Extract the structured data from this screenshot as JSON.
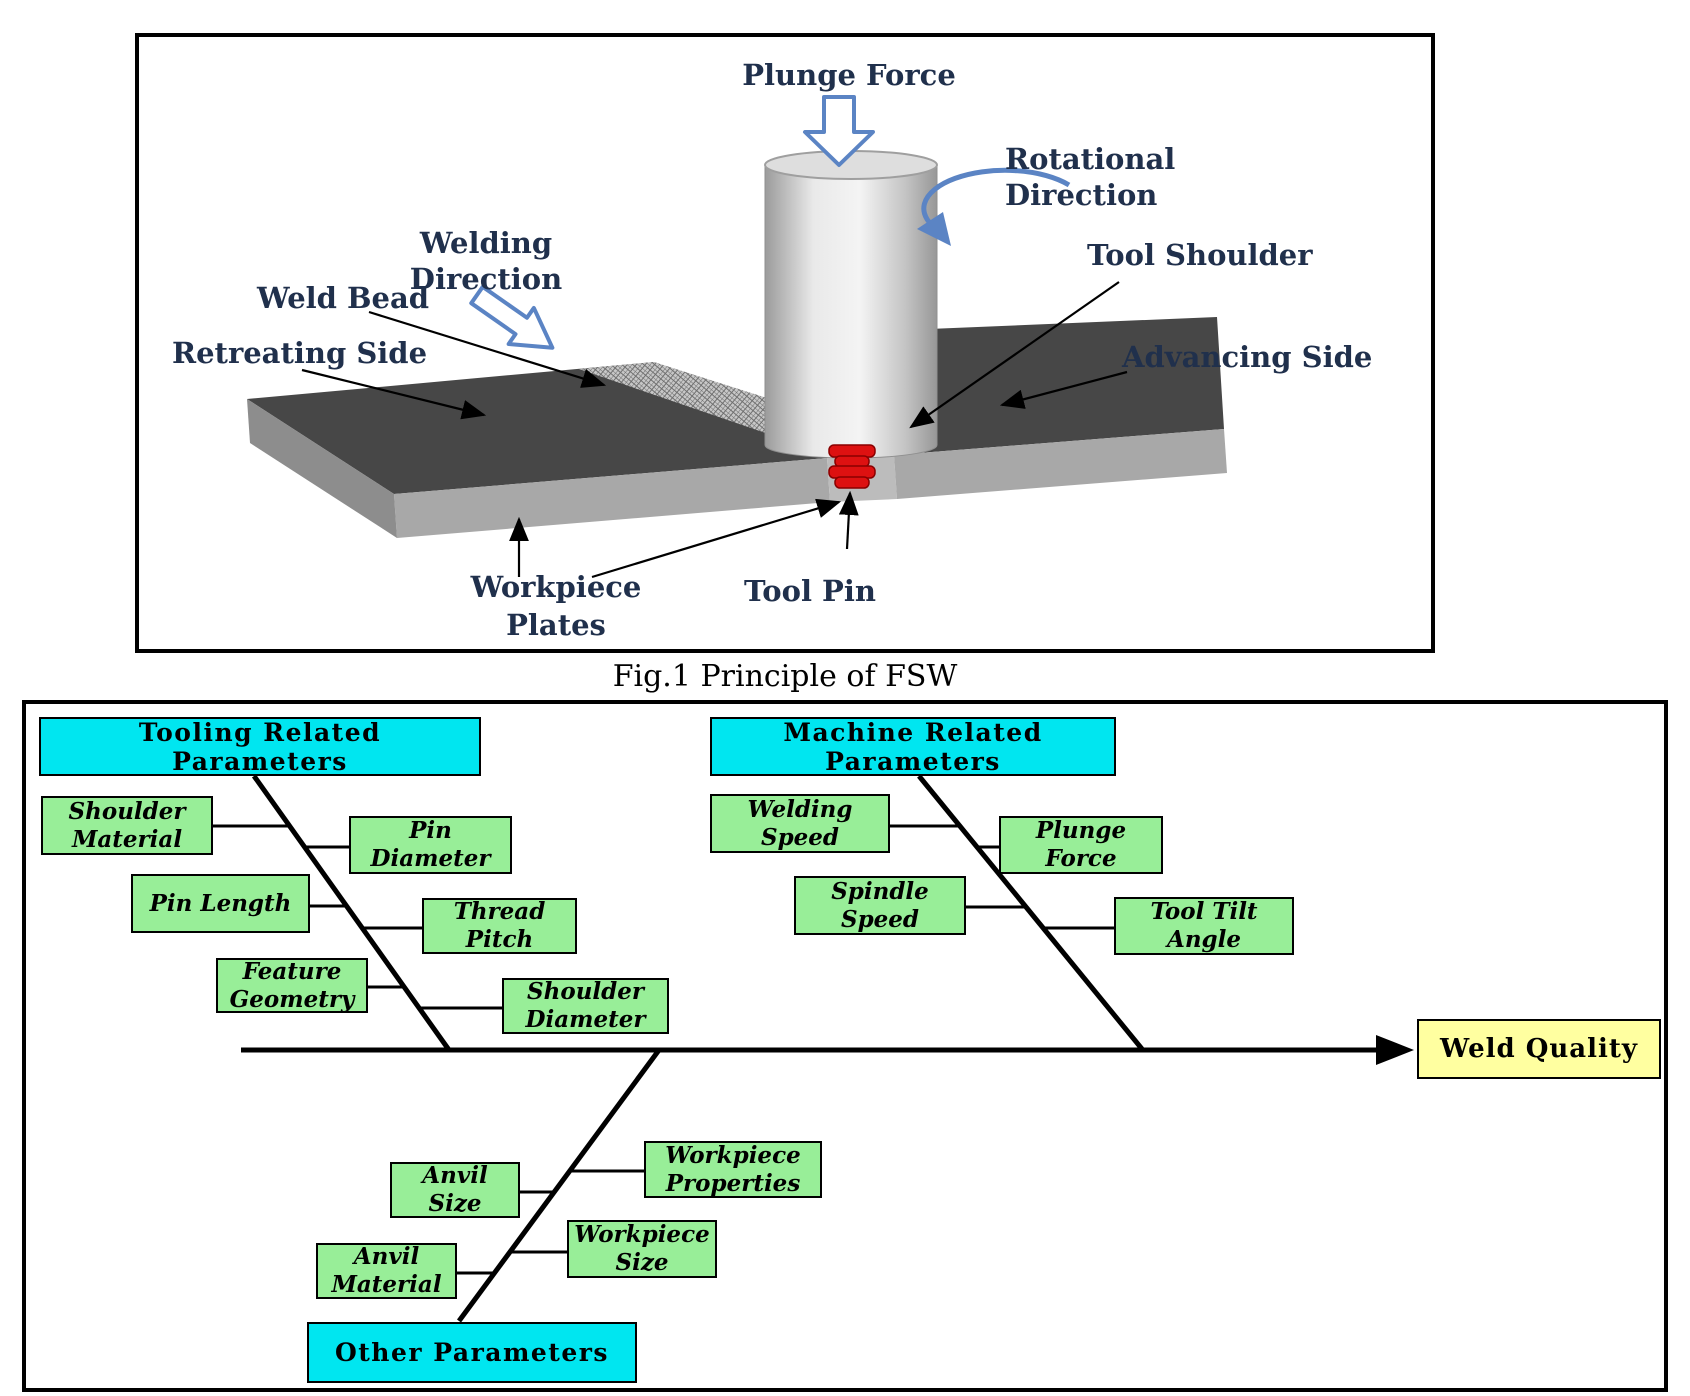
{
  "figure": {
    "caption": "Fig.1 Principle of FSW",
    "labels": {
      "plunge_force": "Plunge Force",
      "rotational_direction": [
        "Rotational",
        "Direction"
      ],
      "welding_direction": [
        "Welding",
        "Direction"
      ],
      "weld_bead": "Weld Bead",
      "retreating_side": "Retreating Side",
      "tool_shoulder": "Tool Shoulder",
      "advancing_side": "Advancing Side",
      "workpiece_plates": [
        "Workpiece",
        "Plates"
      ],
      "tool_pin": "Tool Pin"
    }
  },
  "fishbone": {
    "effect": "Weld Quality",
    "categories": [
      {
        "name": "Tooling Related Parameters",
        "label_lines": [
          "Tooling Related",
          "Parameters"
        ],
        "causes": [
          "Shoulder Material",
          "Pin Diameter",
          "Pin Length",
          "Thread Pitch",
          "Feature Geometry",
          "Shoulder Diameter"
        ]
      },
      {
        "name": "Machine Related Parameters",
        "label_lines": [
          "Machine Related",
          "Parameters"
        ],
        "causes": [
          "Welding Speed",
          "Plunge Force",
          "Spindle Speed",
          "Tool Tilt Angle"
        ]
      },
      {
        "name": "Other Parameters",
        "label_lines": [
          "Other Parameters"
        ],
        "causes": [
          "Anvil Size",
          "Workpiece Properties",
          "Workpiece Size",
          "Anvil Material"
        ]
      }
    ],
    "colors": {
      "category_fill": "#00e6f0",
      "cause_fill": "#98ee98",
      "effect_fill": "#ffffa0",
      "line": "#000000",
      "figure_arrow_blue": "#5b84c4"
    }
  }
}
